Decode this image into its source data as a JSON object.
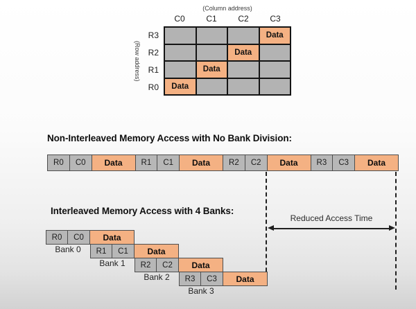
{
  "colors": {
    "orange": "#f4b183",
    "gray": "#b7b7b7",
    "grid_gray": "#b3b3b3",
    "border_dark": "#4d4d4d",
    "grid_border": "#141414"
  },
  "dram_grid": {
    "column_axis_label": "(Column address)",
    "row_axis_label": "(Row address)",
    "columns": [
      "C0",
      "C1",
      "C2",
      "C3"
    ],
    "rows": [
      "R3",
      "R2",
      "R1",
      "R0"
    ],
    "data_label": "Data",
    "data_cells": [
      [
        0,
        3
      ],
      [
        1,
        2
      ],
      [
        2,
        1
      ],
      [
        3,
        0
      ]
    ]
  },
  "non_interleaved": {
    "heading": "Non-Interleaved Memory Access with No Bank Division:",
    "cells": [
      {
        "label": "R0",
        "type": "addr"
      },
      {
        "label": "C0",
        "type": "addr"
      },
      {
        "label": "Data",
        "type": "data"
      },
      {
        "label": "R1",
        "type": "addr"
      },
      {
        "label": "C1",
        "type": "addr"
      },
      {
        "label": "Data",
        "type": "data"
      },
      {
        "label": "R2",
        "type": "addr"
      },
      {
        "label": "C2",
        "type": "addr"
      },
      {
        "label": "Data",
        "type": "data"
      },
      {
        "label": "R3",
        "type": "addr"
      },
      {
        "label": "C3",
        "type": "addr"
      },
      {
        "label": "Data",
        "type": "data"
      }
    ]
  },
  "interleaved": {
    "heading": "Interleaved Memory Access with 4 Banks:",
    "banks": [
      {
        "name": "Bank 0",
        "cells": [
          {
            "label": "R0",
            "type": "addr"
          },
          {
            "label": "C0",
            "type": "addr"
          },
          {
            "label": "Data",
            "type": "data"
          }
        ]
      },
      {
        "name": "Bank 1",
        "cells": [
          {
            "label": "R1",
            "type": "addr"
          },
          {
            "label": "C1",
            "type": "addr"
          },
          {
            "label": "Data",
            "type": "data"
          }
        ]
      },
      {
        "name": "Bank 2",
        "cells": [
          {
            "label": "R2",
            "type": "addr"
          },
          {
            "label": "C2",
            "type": "addr"
          },
          {
            "label": "Data",
            "type": "data"
          }
        ]
      },
      {
        "name": "Bank 3",
        "cells": [
          {
            "label": "R3",
            "type": "addr"
          },
          {
            "label": "C3",
            "type": "addr"
          },
          {
            "label": "Data",
            "type": "data"
          }
        ]
      }
    ]
  },
  "annotation": {
    "label": "Reduced Access Time"
  }
}
